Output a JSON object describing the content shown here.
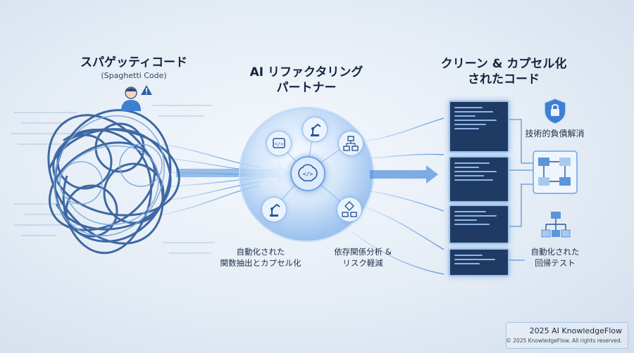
{
  "left": {
    "title": "スパゲッティコード",
    "subtitle": "(Spaghetti Code)"
  },
  "center": {
    "title_line1": "AI リファクタリング",
    "title_line2": "パートナー",
    "label_left_line1": "自動化された",
    "label_left_line2": "関数抽出とカプセル化",
    "label_right_line1": "依存関係分析 &",
    "label_right_line2": "リスク軽減"
  },
  "right": {
    "title_line1": "クリーン & カプセル化",
    "title_line2": "されたコード",
    "label_debt": "技術的負債解消",
    "label_test_line1": "自動化された",
    "label_test_line2": "回帰テスト"
  },
  "footer": {
    "brand": "2025 AI KnowledgeFlow",
    "copyright": "© 2025 KnowledgeFlow. All rights reserved."
  },
  "colors": {
    "accent": "#3f7fd1",
    "panel": "#1f3a63",
    "warning": "#2f5fa8"
  }
}
